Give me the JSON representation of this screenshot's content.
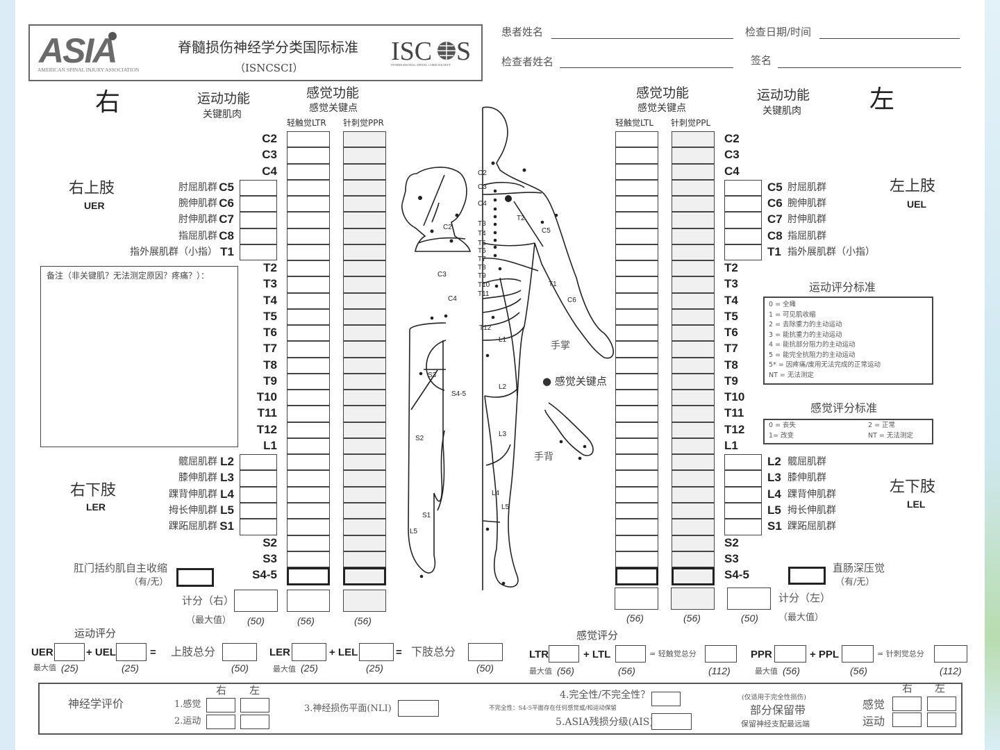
{
  "header": {
    "asia_logo": "ASIA",
    "asia_sub": "AMERICAN SPINAL INJURY ASSOCIATION",
    "title": "脊髓损伤神经学分类国际标准",
    "subtitle": "（ISNCSCI）",
    "iscos_logo": "ISCOS",
    "iscos_sub": "INTERNATIONAL SPINAL CORD SOCIETY",
    "patient_name_label": "患者姓名",
    "exam_date_label": "检查日期/时间",
    "examiner_label": "检查者姓名",
    "signature_label": "签名"
  },
  "right": {
    "side": "右",
    "motor_title": "运动功能",
    "motor_sub": "关键肌肉",
    "sensory_title": "感觉功能",
    "sensory_sub": "感觉关键点",
    "ltr": "轻触觉LTR",
    "ppr": "针刺觉PPR",
    "upper": "右上肢",
    "upper_abbr": "UER",
    "lower": "右下肢",
    "lower_abbr": "LER",
    "comments": "备注（非关键肌？无法测定原因？疼痛？）：",
    "vac": "肛门括约肌自主收缩",
    "vac_sub": "（有/无）",
    "total": "计分（右）",
    "max": "（最大值）",
    "max_motor": "(50)",
    "max_lt": "(56)",
    "max_pp": "(56)"
  },
  "left": {
    "side": "左",
    "motor_title": "运动功能",
    "motor_sub": "关键肌肉",
    "sensory_title": "感觉功能",
    "sensory_sub": "感觉关键点",
    "ltl": "轻触觉LTL",
    "ppl": "针刺觉PPL",
    "upper": "左上肢",
    "upper_abbr": "UEL",
    "lower": "左下肢",
    "lower_abbr": "LEL",
    "dap": "直肠深压觉",
    "dap_sub": "（有/无）",
    "total": "计分（左）",
    "max": "（最大值）",
    "max_motor": "(50)",
    "max_lt": "(56)",
    "max_pp": "(56)"
  },
  "levels": [
    {
      "level": "C2"
    },
    {
      "level": "C3"
    },
    {
      "level": "C4"
    },
    {
      "level": "C5",
      "muscle": "肘屈肌群"
    },
    {
      "level": "C6",
      "muscle": "腕伸肌群"
    },
    {
      "level": "C7",
      "muscle": "肘伸肌群"
    },
    {
      "level": "C8",
      "muscle": "指屈肌群"
    },
    {
      "level": "T1",
      "muscle": "指外展肌群（小指）"
    },
    {
      "level": "T2"
    },
    {
      "level": "T3"
    },
    {
      "level": "T4"
    },
    {
      "level": "T5"
    },
    {
      "level": "T6"
    },
    {
      "level": "T7"
    },
    {
      "level": "T8"
    },
    {
      "level": "T9"
    },
    {
      "level": "T10"
    },
    {
      "level": "T11"
    },
    {
      "level": "T12"
    },
    {
      "level": "L1"
    },
    {
      "level": "L2",
      "muscle": "髋屈肌群"
    },
    {
      "level": "L3",
      "muscle": "膝伸肌群"
    },
    {
      "level": "L4",
      "muscle": "踝背伸肌群"
    },
    {
      "level": "L5",
      "muscle": "拇长伸肌群"
    },
    {
      "level": "S1",
      "muscle": "踝跖屈肌群"
    },
    {
      "level": "S2"
    },
    {
      "level": "S3"
    },
    {
      "level": "S4-5"
    }
  ],
  "diagram": {
    "palm": "手掌",
    "dorsum": "手背",
    "key_point": "● 感觉关键点",
    "labels": [
      "C2",
      "C3",
      "C4",
      "T2",
      "T3",
      "T4",
      "T5",
      "T6",
      "T7",
      "T8",
      "T9",
      "T10",
      "T11",
      "T12",
      "L1",
      "L2",
      "L3",
      "L4",
      "L5",
      "C5",
      "C6",
      "T1",
      "S1",
      "S2",
      "S3",
      "S4-5"
    ]
  },
  "motor_scale": {
    "title": "运动评分标准",
    "items": [
      "0 = 全瘫",
      "1 = 可见肌收缩",
      "2 = 去除重力的主动运动",
      "3 = 能抗重力的主动运动",
      "4 = 能抗部分阻力的主动运动",
      "5 = 能完全抗阻力的主动运动",
      "5* = 因疼痛/废用无法完成的正常运动",
      "NT = 无法测定"
    ]
  },
  "sensory_scale": {
    "title": "感觉评分标准",
    "items": [
      "0 = 丧失",
      "1= 改变",
      "2 = 正常",
      "NT = 无法测定"
    ]
  },
  "motor_subscores": {
    "title": "运动评分",
    "uer": "UER",
    "uel": "+ UEL",
    "eq1": "=",
    "upper_total": "上肢总分",
    "ler": "LER",
    "lel": "+ LEL",
    "eq2": "=",
    "lower_total": "下肢总分",
    "max_label": "最大值",
    "m25a": "(25)",
    "m25b": "(25)",
    "m50a": "(50)",
    "m25c": "(25)",
    "m25d": "(25)",
    "m50b": "(50)"
  },
  "sensory_subscores": {
    "title": "感觉评分",
    "ltr": "LTR",
    "ltl": "+ LTL",
    "eq1": "= 轻触觉总分",
    "ppr": "PPR",
    "ppl": "+ PPL",
    "eq2": "= 针刺觉总分",
    "max_label": "最大值",
    "m56a": "(56)",
    "m56b": "(56)",
    "m112a": "(112)",
    "m56c": "(56)",
    "m56d": "(56)",
    "m112b": "(112)"
  },
  "classification": {
    "title": "神经学评价",
    "right": "右",
    "left": "左",
    "sensory": "1.感觉",
    "motor": "2.运动",
    "nli": "3.神经损伤平面(NLI)",
    "complete": "4.完全性/不完全性？",
    "incomplete_note": "不完全性：S4-5平面存在任何感觉或/和运动保留",
    "ais": "5.ASIA残损分级(AIS)",
    "zpp_note": "(仅适用于完全性损伤)",
    "zpp": "部分保留带",
    "zpp_sub": "保留神经支配最远端",
    "zpp_right": "右",
    "zpp_left": "左",
    "zpp_sensory": "感觉",
    "zpp_motor": "运动"
  }
}
